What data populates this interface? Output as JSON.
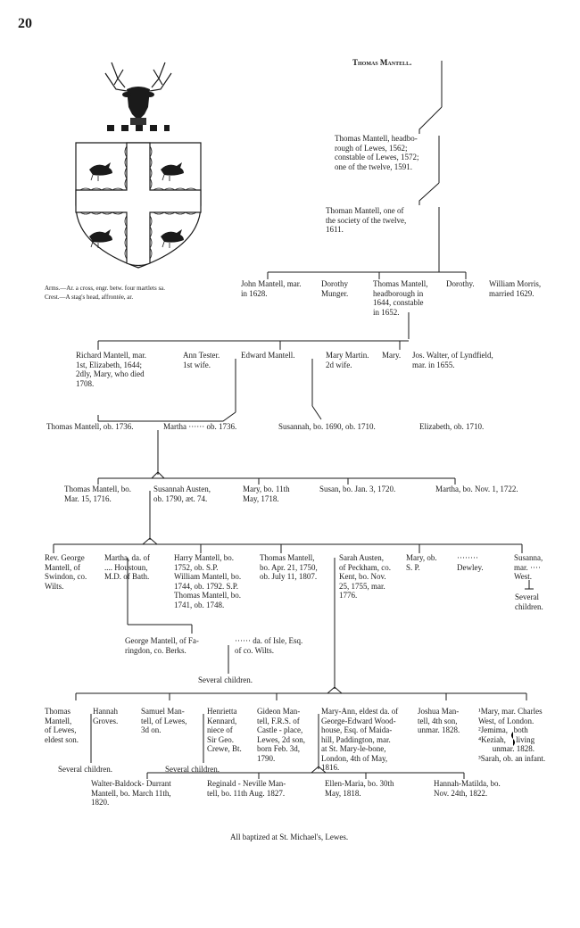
{
  "page_number": "20",
  "arms_caption": {
    "arms": "Arms.—Ar. a cross, engr. betw. four martlets sa.",
    "crest": "Crest.—A stag's head, affrontée, ar."
  },
  "entries": {
    "thomas_mantell_root": "Thomas Mantell.",
    "thomas_headborough": "Thomas Mantell, headbo-\nrough of Lewes, 1562;\nconstable of Lewes, 1572;\none of the twelve, 1591.",
    "thoman_mantell": "Thoman Mantell, one of\nthe society of the twelve,\n1611.",
    "john_mantell": "John Mantell, mar.\nin 1628.",
    "dorothy_munger": "Dorothy\nMunger.",
    "thomas_1644": "Thomas Mantell,\nheadborough in\n1644, constable\nin 1652.",
    "dorothy_morris": "Dorothy.",
    "william_morris": "William Morris,\nmarried 1629.",
    "richard_mantell": "Richard Mantell, mar.\n1st, Elizabeth, 1644;\n2dly, Mary, who died\n1708.",
    "ann_tester": "Ann Tester.\n1st wife.",
    "edward_mantell": "Edward Mantell.",
    "mary_martin": "Mary Martin.\n2d wife.",
    "mary_walter": "Mary.",
    "jos_walter": "Jos. Walter, of Lyndfield,\nmar. in 1655.",
    "thomas_1736": "Thomas Mantell, ob. 1736.",
    "martha_1736": "Martha ······ ob. 1736.",
    "susannah_1690": "Susannah, bo. 1690, ob. 1710.",
    "elizabeth_1710": "Elizabeth, ob. 1710.",
    "thomas_1716": "Thomas Mantell, bo.\nMar. 15, 1716.",
    "susannah_austen": "Susannah Austen,\nob. 1790, æt. 74.",
    "mary_1718": "Mary, bo. 11th\nMay, 1718.",
    "susan_1720": "Susan, bo. Jan. 3, 1720.",
    "martha_1722": "Martha, bo. Nov. 1, 1722.",
    "rev_george": "Rev. George\nMantell, of\nSwindon, co.\nWilts.",
    "martha_houstoun": "Martha, da. of\n.... Houstoun,\nM.D. of Bath.",
    "harry_mantell": "Harry Mantell, bo.\n1752, ob. S.P.\nWilliam Mantell, bo.\n1744, ob. 1792. S.P.\nThomas Mantell, bo.\n1741, ob. 1748.",
    "thomas_1751": "Thomas Mantell,\nbo. Apr. 21, 1750,\nob. July 11, 1807.",
    "sarah_austen": "Sarah Austen,\nof Peckham, co.\nKent, bo. Nov.\n25, 1755, mar.\n1776.",
    "mary_ob": "Mary, ob.\nS. P.",
    "dewley": "········\nDewley.",
    "susanna": "Susanna,\nmar. ····\nWest.",
    "several_children_west": "Several\nchildren.",
    "george_faringdon": "George Mantell, of Fa-\nringdon, co. Berks.",
    "da_isle": "······ da. of Isle, Esq.\nof co. Wilts.",
    "several_children_george": "Several children.",
    "thomas_eldest": "Thomas\nMantell,\nof Lewes,\neldest son.",
    "hannah_groves": "Hannah\nGroves.",
    "samuel_mantell": "Samuel Man-\ntell, of Lewes,\n3d on.",
    "henrietta_kennard": "Henrietta\nKennard,\nniece of\nSir Geo.\nCrewe, Bt.",
    "gideon_mantell": "Gideon Man-\ntell, F.R.S. of\nCastle - place,\nLewes, 2d son,\nborn Feb. 3d,\n1790.",
    "mary_ann": "Mary-Ann, eldest da. of\nGeorge-Edward Wood-\nhouse, Esq. of Maida-\nhill, Paddington, mar.\nat St. Mary-le-bone,\nLondon, 4th of May,\n1816.",
    "joshua_mantell": "Joshua Man-\ntell, 4th son,\nunmar. 1828.",
    "daughters_list": "¹Mary, mar. Charles\nWest, of London.\n²Jemima,   both\n⁴Keziah,     living\n       unmar. 1828.\n³Sarah, ob. an infant.",
    "several_children_thomas": "Several children.",
    "several_children_samuel": "Several children.",
    "walter_durrant": "Walter-Baldock- Durrant\nMantell, bo. March 11th,\n1820.",
    "reginald": "Reginald - Neville Man-\ntell, bo. 11th Aug. 1827.",
    "ellen_maria": "Ellen-Maria, bo. 30th\nMay, 1818.",
    "hannah_matilda": "Hannah-Matilda, bo.\nNov. 24th, 1822.",
    "baptized_note": "All baptized at St. Michael's, Lewes."
  }
}
